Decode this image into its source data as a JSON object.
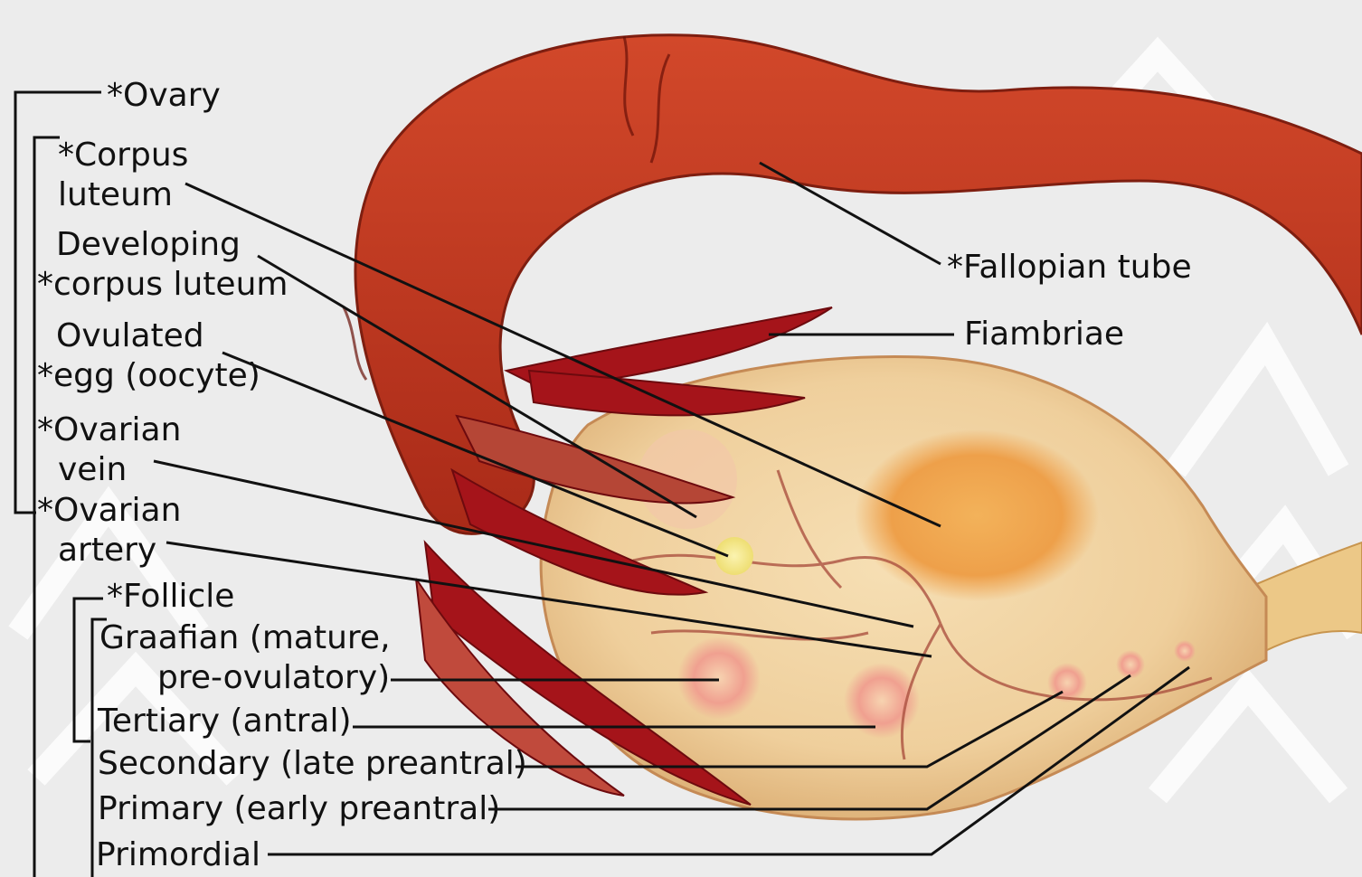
{
  "labels": {
    "ovary": "*Ovary",
    "corpus_luteum_1": "*Corpus",
    "corpus_luteum_2": "luteum",
    "developing_cl_1": "Developing",
    "developing_cl_2": "*corpus luteum",
    "ovulated_egg_1": "Ovulated",
    "ovulated_egg_2": "*egg (oocyte)",
    "ovarian_vein_1": "*Ovarian",
    "ovarian_vein_2": "vein",
    "ovarian_artery_1": "*Ovarian",
    "ovarian_artery_2": "artery",
    "follicle": "*Follicle",
    "graafian_1": "Graafian (mature,",
    "graafian_2": "pre-ovulatory)",
    "tertiary": "Tertiary (antral)",
    "secondary": "Secondary (late preantral)",
    "primary": "Primary (early preantral)",
    "primordial": "Primordial",
    "fallopian_tube": "*Fallopian tube",
    "fimbriae": "Fiambriae"
  },
  "colors": {
    "tube": "#b8321c",
    "fimbria": "#a5141a",
    "ovary": "#f0cf9a",
    "corpus_luteum": "#f0a040",
    "egg": "#f6e98a",
    "leader_line": "#111111"
  }
}
